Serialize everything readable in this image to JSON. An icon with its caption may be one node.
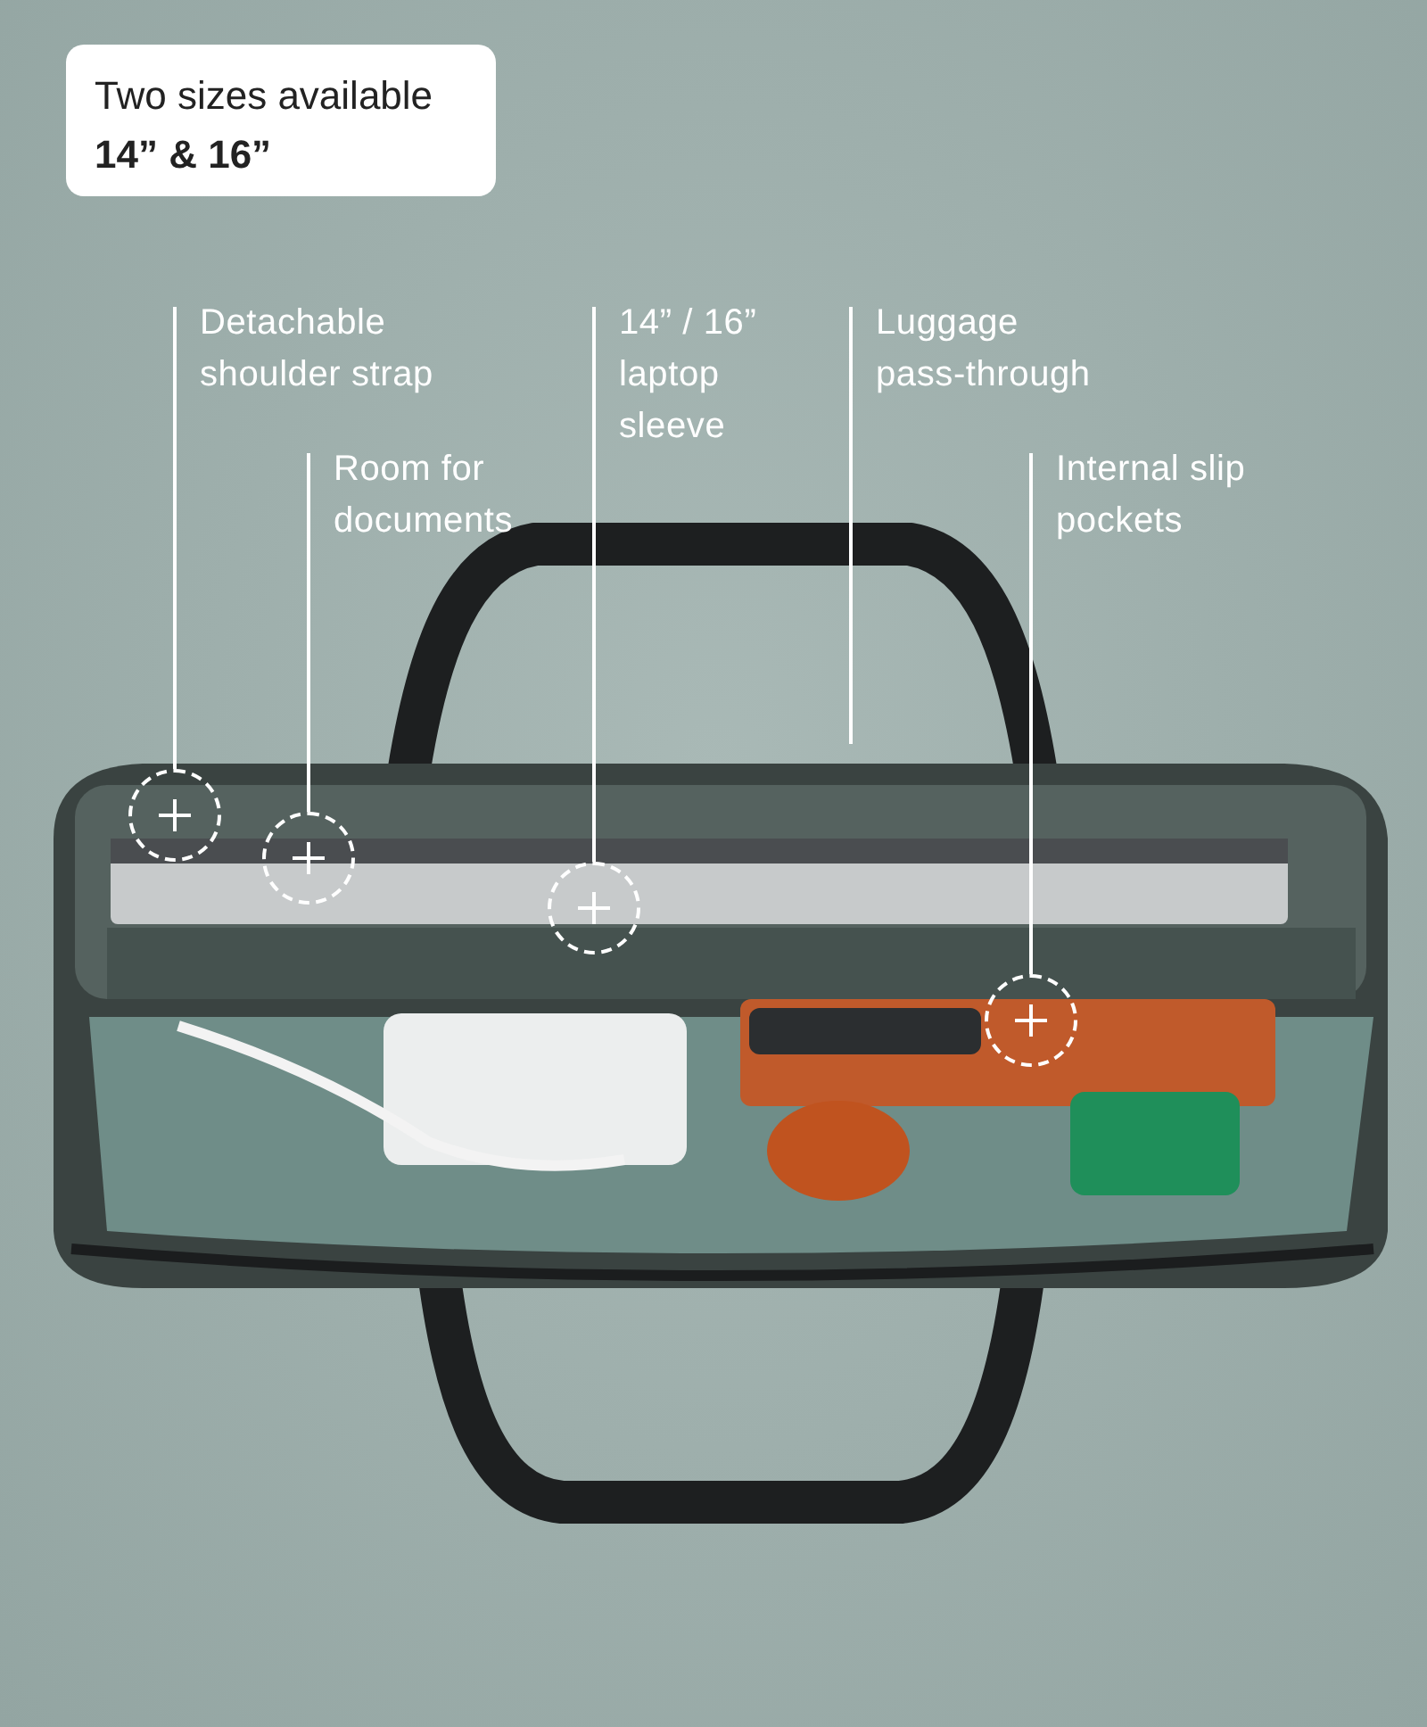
{
  "diagram": {
    "nodes": [
      {
        "text": [
          "Two sizes available",
          "14” & 16”"
        ]
      },
      {
        "text": [
          "Detachable shoulder strap"
        ]
      },
      {
        "text": [
          "Room for documents"
        ]
      },
      {
        "text": [
          "14” / 16” laptop sleeve"
        ]
      },
      {
        "text": [
          "Luggage pass-through"
        ]
      },
      {
        "text": [
          "Internal slip pockets"
        ]
      },
      {
        "text": [],
        "shape": "circle"
      },
      {
        "text": [],
        "shape": "circle"
      },
      {
        "text": [],
        "shape": "circle"
      },
      {
        "text": [],
        "shape": "circle"
      }
    ],
    "edges": [
      {
        "from": 1,
        "to": 6,
        "arrow": "none"
      },
      {
        "from": 2,
        "to": 7,
        "arrow": "none"
      },
      {
        "from": 3,
        "to": 8,
        "arrow": "none"
      },
      {
        "from": 4,
        "to": null,
        "arrow": "none"
      },
      {
        "from": 5,
        "to": 9,
        "arrow": "none"
      }
    ]
  }
}
